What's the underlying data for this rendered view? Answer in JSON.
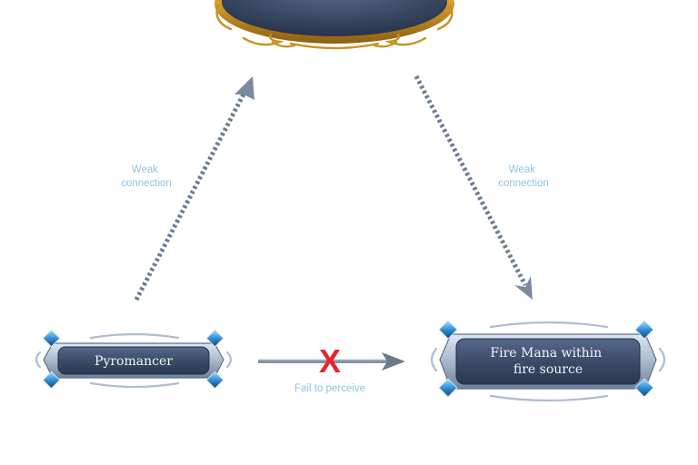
{
  "nodes": {
    "top": {
      "label": ""
    },
    "pyromancer": {
      "label": "Pyromancer"
    },
    "fire_mana": {
      "label_lines": [
        "Fire Mana within",
        "fire source"
      ]
    }
  },
  "edges": {
    "pyromancer_to_top": {
      "label_lines": [
        "Weak",
        "connection"
      ],
      "style": "dashed"
    },
    "top_to_fire_mana": {
      "label_lines": [
        "Weak",
        "connection"
      ],
      "style": "dashed"
    },
    "pyromancer_to_fire_mana": {
      "label": "Fail to perceive",
      "style": "solid",
      "blocked_mark": "X"
    }
  },
  "colors": {
    "frame_dark": "#2e3d56",
    "frame_mid": "#4a5b78",
    "ornament_silver": "#aebdd0",
    "ornament_silver_dark": "#6f819b",
    "gem_blue": "#2f8fd8",
    "gem_blue_light": "#7fd2ff",
    "gold": "#c9921f",
    "gold_light": "#f0c65a",
    "arrow": "#6c7a8f",
    "label_blue": "#8ec3e0",
    "cross_red": "#e8242b",
    "text_light": "#f2f4f8"
  }
}
